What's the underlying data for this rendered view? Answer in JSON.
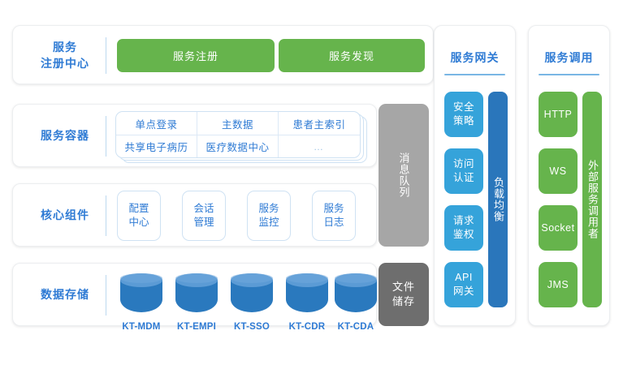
{
  "colors": {
    "green": "#66b44c",
    "light_blue": "#35a3da",
    "dark_blue": "#2a76bb",
    "label_blue": "#2f7bd4",
    "gray_light": "#a6a6a6",
    "gray_dark": "#6e6e6e",
    "cylinder_body": "#2a79be",
    "cylinder_top": "#5b9bd5"
  },
  "rows": {
    "registry": {
      "label": "服务\n注册中心",
      "items": [
        {
          "label": "服务注册"
        },
        {
          "label": "服务发现"
        }
      ]
    },
    "container": {
      "label": "服务容器",
      "cells": [
        {
          "label": "单点登录"
        },
        {
          "label": "主数据"
        },
        {
          "label": "患者主索引"
        },
        {
          "label": "共享电子病历"
        },
        {
          "label": "医疗数据中心"
        },
        {
          "label": "…"
        }
      ]
    },
    "core": {
      "label": "核心组件",
      "items": [
        {
          "label": "配置\n中心"
        },
        {
          "label": "会话\n管理"
        },
        {
          "label": "服务\n监控"
        },
        {
          "label": "服务\n日志"
        }
      ]
    },
    "storage": {
      "label": "数据存储",
      "items": [
        {
          "label": "KT-MDM"
        },
        {
          "label": "KT-EMPI"
        },
        {
          "label": "KT-SSO"
        },
        {
          "label": "KT-CDR"
        },
        {
          "label": "KT-CDA"
        }
      ]
    }
  },
  "middle": {
    "message_queue": {
      "label": "消息队列"
    },
    "file_storage": {
      "label": "文件\n储存"
    }
  },
  "gateway": {
    "title": "服务网关",
    "items": [
      {
        "label": "安全\n策略"
      },
      {
        "label": "访问\n认证"
      },
      {
        "label": "请求\n鉴权"
      },
      {
        "label": "API\n网关"
      }
    ],
    "sidebar": {
      "label": "负载均衡"
    }
  },
  "invocation": {
    "title": "服务调用",
    "items": [
      {
        "label": "HTTP"
      },
      {
        "label": "WS"
      },
      {
        "label": "Socket"
      },
      {
        "label": "JMS"
      }
    ],
    "sidebar": {
      "label": "外部服务调用者"
    }
  }
}
